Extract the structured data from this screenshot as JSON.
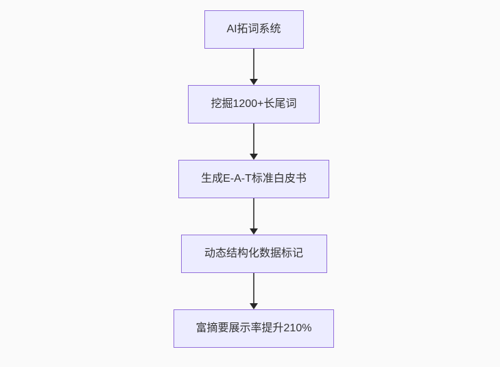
{
  "flowchart": {
    "direction": "top-down",
    "colors": {
      "page_bg": "#fafafa",
      "node_fill": "#ececff",
      "node_border": "#9370db",
      "text_color": "#333333",
      "arrow_line": "#555555",
      "arrow_head": "#262626"
    },
    "nodes": [
      {
        "id": "n1",
        "label": "AI拓词系统"
      },
      {
        "id": "n2",
        "label": "挖掘1200+长尾词"
      },
      {
        "id": "n3",
        "label": "生成E-A-T标准白皮书"
      },
      {
        "id": "n4",
        "label": "动态结构化数据标记"
      },
      {
        "id": "n5",
        "label": "富摘要展示率提升210%"
      }
    ],
    "edges": [
      {
        "from": "n1",
        "to": "n2"
      },
      {
        "from": "n2",
        "to": "n3"
      },
      {
        "from": "n3",
        "to": "n4"
      },
      {
        "from": "n4",
        "to": "n5"
      }
    ]
  }
}
